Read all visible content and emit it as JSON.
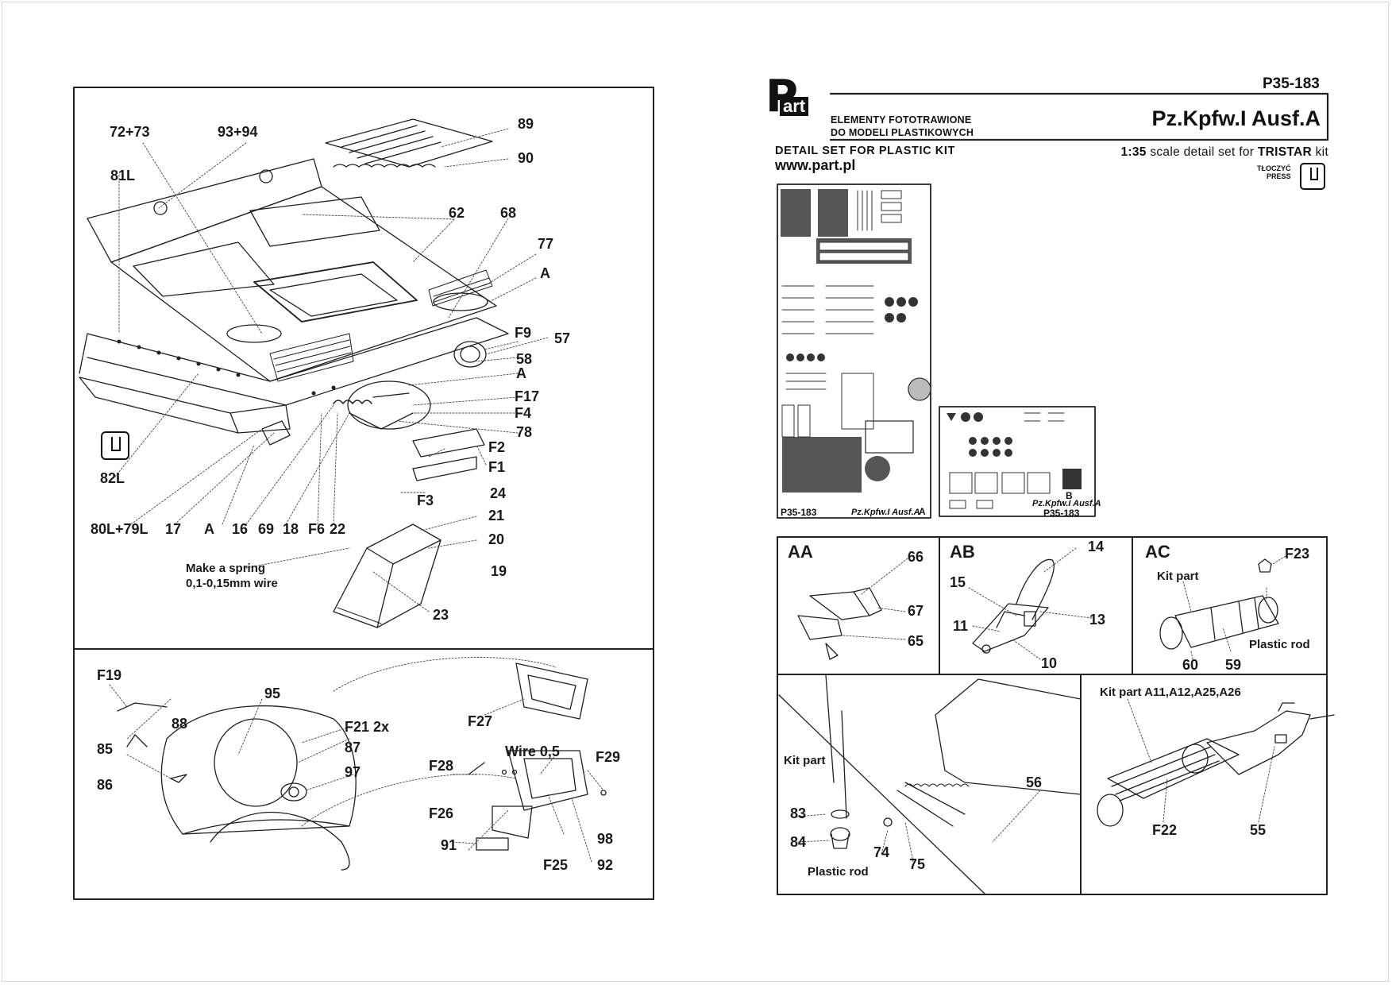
{
  "header": {
    "code": "P35-183",
    "brand_logo_p": "P",
    "brand_logo_word": "art",
    "subtitle_line1": "ELEMENTY FOTOTRAWIONE",
    "subtitle_line2": "DO MODELI PLASTIKOWYCH",
    "title": "Pz.Kpfw.I Ausf.A",
    "detail_set": "DETAIL SET FOR PLASTIC KIT",
    "website": "www.part.pl",
    "scale": "1:35",
    "scale_text": "scale detail set for",
    "kit_brand": "TRISTAR",
    "kit_word": "kit",
    "press_line1": "TŁOCZYĆ",
    "press_line2": "PRESS"
  },
  "frets": {
    "a": {
      "code": "P35-183",
      "name": "Pz.Kpfw.I Ausf.A",
      "letter": "A"
    },
    "b": {
      "code": "P35-183",
      "name": "Pz.Kpfw.I Ausf.A",
      "letter": "B"
    }
  },
  "main_diagram": {
    "labels": [
      "72+73",
      "93+94",
      "81L",
      "89",
      "90",
      "62",
      "68",
      "77",
      "A",
      "F9",
      "57",
      "58",
      "A",
      "F17",
      "F4",
      "78",
      "F2",
      "F1",
      "24",
      "F3",
      "21",
      "20",
      "19",
      "23",
      "82L",
      "80L+79L",
      "17",
      "A",
      "16",
      "69",
      "18",
      "F6",
      "22"
    ],
    "note_line1": "Make a spring",
    "note_line2": "0,1-0,15mm wire"
  },
  "lower_left": {
    "labels": [
      "F19",
      "95",
      "88",
      "85",
      "86",
      "F21 2x",
      "87",
      "97",
      "F27",
      "Wire  0,5",
      "F28",
      "F29",
      "F26",
      "98",
      "91",
      "F25",
      "92"
    ]
  },
  "panels": {
    "aa": {
      "tag": "AA",
      "labels": [
        "66",
        "67",
        "65"
      ]
    },
    "ab": {
      "tag": "AB",
      "labels": [
        "14",
        "15",
        "13",
        "11",
        "10"
      ]
    },
    "ac": {
      "tag": "AC",
      "labels": [
        "F23",
        "Kit part",
        "Plastic rod",
        "60",
        "59"
      ]
    },
    "bottom_left": {
      "labels": [
        "Kit part",
        "83",
        "84",
        "74",
        "75",
        "56",
        "Plastic rod"
      ]
    },
    "bottom_right": {
      "labels": [
        "Kit part A11,A12,A25,A26",
        "F22",
        "55"
      ]
    }
  }
}
